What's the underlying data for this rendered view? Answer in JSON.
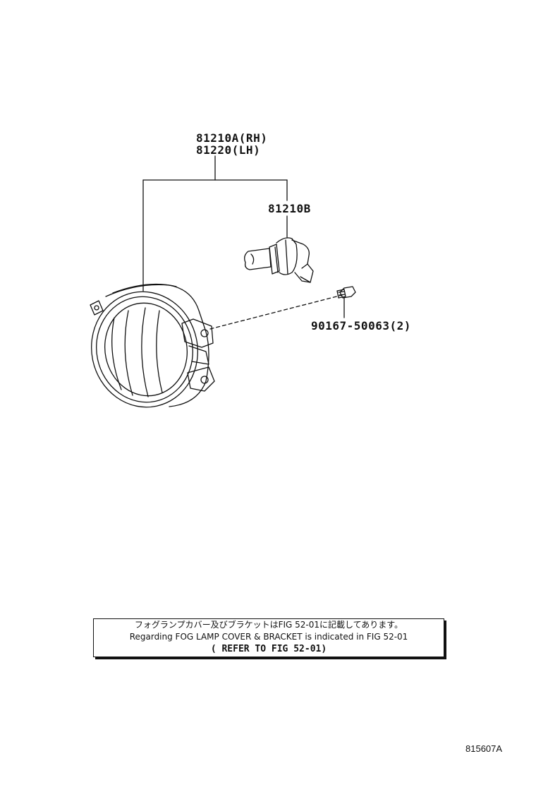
{
  "parts": {
    "lamp_rh": "81210A(RH)",
    "lamp_lh": "81220(LH)",
    "bulb": "81210B",
    "screw": "90167-50063(2)"
  },
  "note": {
    "jp": "フォグランプカバー及びブラケットはFIG 52-01に記載してあります。",
    "en": "Regarding FOG LAMP COVER & BRACKET is indicated in FIG 52-01",
    "ref": "( REFER TO FIG 52-01)"
  },
  "figure_code": "815607A",
  "colors": {
    "line": "#111111",
    "background": "#ffffff"
  }
}
